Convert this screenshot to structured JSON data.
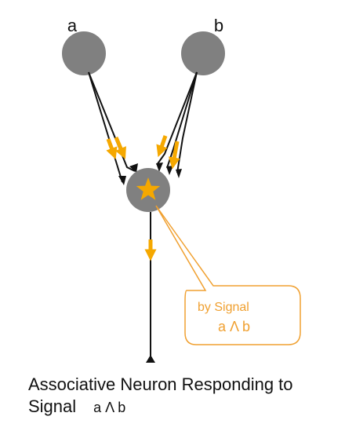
{
  "neurons": {
    "a_label": "a",
    "b_label": "b"
  },
  "callout": {
    "line1": "by Signal",
    "line2": "a Λ b"
  },
  "caption": {
    "line1": "Associative Neuron Responding to",
    "line2": "Signal",
    "expression": "a Λ b"
  },
  "colors": {
    "neuron": "#808080",
    "signal": "#f5a800",
    "callout": "#f0a030",
    "axon": "#111111"
  },
  "icons": {
    "core": "star-icon"
  }
}
